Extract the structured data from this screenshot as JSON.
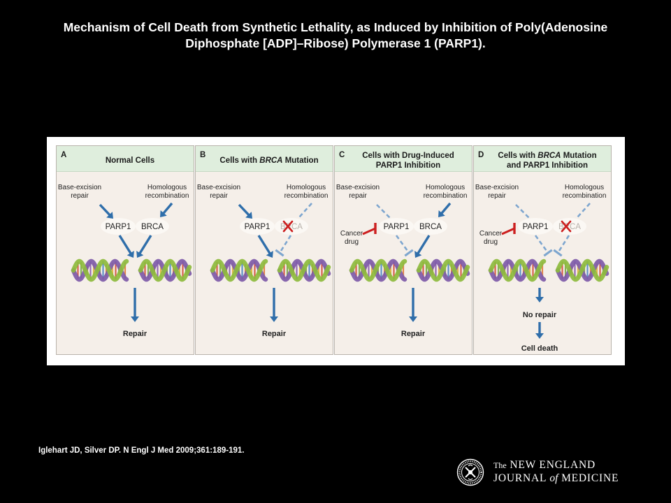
{
  "slide_title_line1": "Mechanism of Cell Death from Synthetic Lethality, as Induced by Inhibition of Poly(Adenosine",
  "slide_title_line2": "Diphosphate [ADP]–Ribose) Polymerase 1 (PARP1).",
  "citation": "Iglehart JD, Silver DP. N Engl J Med 2009;361:189-191.",
  "publisher": {
    "the": "The",
    "line1_rest": "NEW ENGLAND",
    "line2_a": "JOURNAL",
    "line2_of": "of",
    "line2_b": "MEDICINE",
    "seal_text": "MEDICINE SURGERY"
  },
  "colors": {
    "arrow": "#2f6eaa",
    "dashed": "#7ea6cf",
    "inhibitor": "#cc1f1f",
    "header": "#dfeedd",
    "panel_bg": "#f5efe9"
  },
  "panels": [
    {
      "letter": "A",
      "title_pre": "Normal Cells",
      "title_em": "",
      "title_post": "",
      "title_line2": "",
      "ber_1": "Base-excision",
      "ber_2": "repair",
      "hr_1": "Homologous",
      "hr_2": "recombination",
      "parp1": "PARP1",
      "brca": "BRCA",
      "drug_1": "",
      "drug_2": "",
      "outcome_1": "Repair",
      "outcome_2": "",
      "parp_active": true,
      "brca_active": true,
      "drug": false
    },
    {
      "letter": "B",
      "title_pre": "Cells with ",
      "title_em": "BRCA",
      "title_post": " Mutation",
      "title_line2": "",
      "ber_1": "Base-excision",
      "ber_2": "repair",
      "hr_1": "Homologous",
      "hr_2": "recombination",
      "parp1": "PARP1",
      "brca": "BRCA",
      "drug_1": "",
      "drug_2": "",
      "outcome_1": "Repair",
      "outcome_2": "",
      "parp_active": true,
      "brca_active": false,
      "drug": false
    },
    {
      "letter": "C",
      "title_pre": "Cells with Drug-Induced",
      "title_em": "",
      "title_post": "",
      "title_line2": "PARP1 Inhibition",
      "ber_1": "Base-excision",
      "ber_2": "repair",
      "hr_1": "Homologous",
      "hr_2": "recombination",
      "parp1": "PARP1",
      "brca": "BRCA",
      "drug_1": "Cancer",
      "drug_2": "drug",
      "outcome_1": "Repair",
      "outcome_2": "",
      "parp_active": false,
      "brca_active": true,
      "drug": true
    },
    {
      "letter": "D",
      "title_pre": "Cells with ",
      "title_em": "BRCA",
      "title_post": " Mutation",
      "title_line2": "and PARP1 Inhibition",
      "ber_1": "Base-excision",
      "ber_2": "repair",
      "hr_1": "Homologous",
      "hr_2": "recombination",
      "parp1": "PARP1",
      "brca": "BRCA",
      "drug_1": "Cancer",
      "drug_2": "drug",
      "outcome_1": "No repair",
      "outcome_2": "Cell death",
      "parp_active": false,
      "brca_active": false,
      "drug": true
    }
  ]
}
